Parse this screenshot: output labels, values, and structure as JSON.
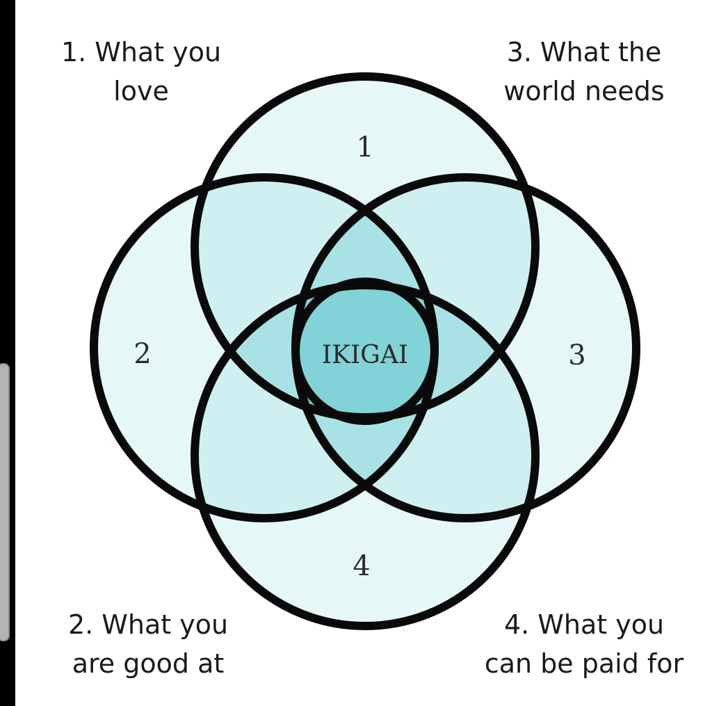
{
  "labels": {
    "top_left": {
      "line1": "1. What you",
      "line2": "love"
    },
    "top_right": {
      "line1": "3. What the",
      "line2": "world needs"
    },
    "bottom_left": {
      "line1": "2. What you",
      "line2": "are good at"
    },
    "bottom_right": {
      "line1": "4. What you",
      "line2": "can be paid for"
    }
  },
  "circle_numbers": {
    "top": "1",
    "left": "2",
    "right": "3",
    "bottom": "4"
  },
  "center_label": "IKIGAI",
  "colors": {
    "base_fill": "#e6f7f8",
    "outline": "#0a0a0a",
    "text": "#1a1a1a"
  }
}
